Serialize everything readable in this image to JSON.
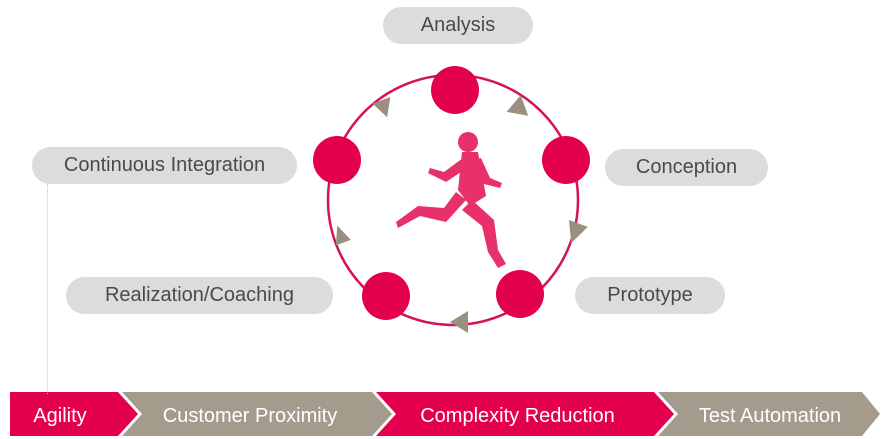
{
  "cycle": {
    "steps": [
      {
        "label": "Analysis"
      },
      {
        "label": "Conception"
      },
      {
        "label": "Prototype"
      },
      {
        "label": "Realization/Coaching"
      },
      {
        "label": "Continuous Integration"
      }
    ],
    "center_icon": "running-person-icon",
    "node_color": "#e3004f",
    "ring_color": "#d4135a",
    "arrow_color": "#9b9080"
  },
  "chevron_band": {
    "items": [
      {
        "label": "Agility",
        "color": "#e3004f"
      },
      {
        "label": "Customer Proximity",
        "color": "#a59b8c"
      },
      {
        "label": "Complexity Reduction",
        "color": "#e3004f"
      },
      {
        "label": "Test Automation",
        "color": "#a59b8c"
      }
    ]
  },
  "pill_color": "#dcdcdc",
  "pill_text_color": "#4a4a4a"
}
